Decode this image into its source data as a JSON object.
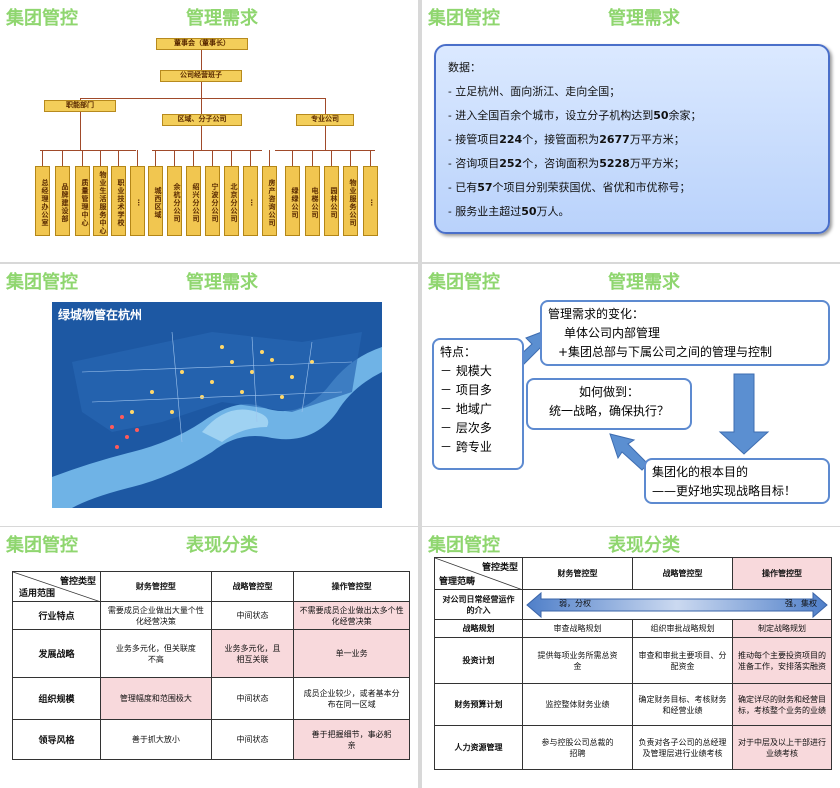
{
  "slides": {
    "s1": {
      "title_left": "集团管控",
      "title_right": "管理需求",
      "board": "董事会（董事长）",
      "hq": "公司经营班子",
      "dept": "职能部门",
      "region": "区域、分子公司",
      "pro": "专业公司",
      "leaves": [
        "总经理办公室",
        "品牌建设部",
        "质量管理中心",
        "物业生活服务中心",
        "职业技术学校",
        "…",
        "城西区域",
        "余杭分公司",
        "绍兴分公司",
        "宁波分公司",
        "北京分公司",
        "…",
        "房产咨询公司",
        "绿绿公司",
        "电梯公司",
        "园林公司",
        "物业服务公司",
        "…"
      ]
    },
    "s2": {
      "title_left": "集团管控",
      "title_right": "管理需求",
      "heading": "数据：",
      "lines": [
        {
          "pre": "- 立足杭州、面向浙江、走向全国；",
          "b": "",
          "post": ""
        },
        {
          "pre": "- 进入全国百余个城市，设立分子机构达到",
          "b": "50",
          "post": "余家；"
        },
        {
          "pre": "- 接管项目",
          "b": "224",
          "post": "个，接管面积为"
        },
        {
          "pre": "- 咨询项目",
          "b": "252",
          "post": "个，咨询面积为"
        },
        {
          "pre": "- 已有",
          "b": "57",
          "post": "个项目分别荣获国优、省优和市优称号；"
        },
        {
          "pre": "- 服务业主超过",
          "b": "50",
          "post": "万人。"
        }
      ],
      "line3_b2": "2677",
      "line3_end": "万平方米；",
      "line4_b2": "5228",
      "line4_end": "万平方米；"
    },
    "s3": {
      "title_left": "集团管控",
      "title_right": "管理需求",
      "map_title": "绿城物管在杭州"
    },
    "s4": {
      "title_left": "集团管控",
      "title_right": "管理需求",
      "feat_head": "特点：",
      "features": [
        "－ 规模大",
        "－ 项目多",
        "－ 地域广",
        "－ 层次多",
        "－ 跨专业"
      ],
      "change1": "管理需求的变化：",
      "change2": "单体公司内部管理",
      "change3": "+集团总部与下属公司之间的管理与控制",
      "how1": "如何做到：",
      "how2": "统一战略，确保执行？",
      "goal1": "集团化的根本目的",
      "goal2": "——更好地实现战略目标！"
    },
    "s5": {
      "title_left": "集团管控",
      "title_right": "表现分类",
      "corner_top": "管控类型",
      "corner_bottom": "适用范围",
      "cols": [
        "财务管控型",
        "战略管控型",
        "操作管控型"
      ],
      "rows": [
        {
          "h": "行业特点",
          "c": [
            "需要成员企业做出大量个性化经营决策",
            "中间状态",
            "不需要成员企业做出太多个性化经营决策"
          ]
        },
        {
          "h": "发展战略",
          "c": [
            "业务多元化，但关联度不高",
            "业务多元化，且相互关联",
            "单一业务"
          ]
        },
        {
          "h": "组织规模",
          "c": [
            "管理幅度和范围极大",
            "中间状态",
            "成员企业较少，或者基本分布在同一区域"
          ]
        },
        {
          "h": "领导风格",
          "c": [
            "善于抓大放小",
            "中间状态",
            "善于把握细节，事必躬亲"
          ]
        }
      ]
    },
    "s6": {
      "title_left": "集团管控",
      "title_right": "表现分类",
      "corner_top": "管控类型",
      "corner_bottom": "管理范畴",
      "cols": [
        "财务管控型",
        "战略管控型",
        "操作管控型"
      ],
      "intro_h": "对公司日常经营运作的介入",
      "arrow_left": "弱，分权",
      "arrow_right": "强，集权",
      "rows": [
        {
          "h": "战略规划",
          "c": [
            "审查战略规划",
            "组织审批战略规划",
            "制定战略规划"
          ]
        },
        {
          "h": "投资计划",
          "c": [
            "提供每项业务所需总资金",
            "审查和审批主要项目、分配资金",
            "推动每个主要投资项目的准备工作，安排落实融资"
          ]
        },
        {
          "h": "财务预算计划",
          "c": [
            "监控整体财务业绩",
            "确定财务目标、考核财务和经营业绩",
            "确定详尽的财务和经营目标，考核整个业务的业绩"
          ]
        },
        {
          "h": "人力资源管理",
          "c": [
            "参与控股公司总裁的招聘",
            "负责对各子公司的总经理及管理层进行业绩考核",
            "对于中层及以上干部进行业绩考核"
          ]
        }
      ]
    }
  }
}
